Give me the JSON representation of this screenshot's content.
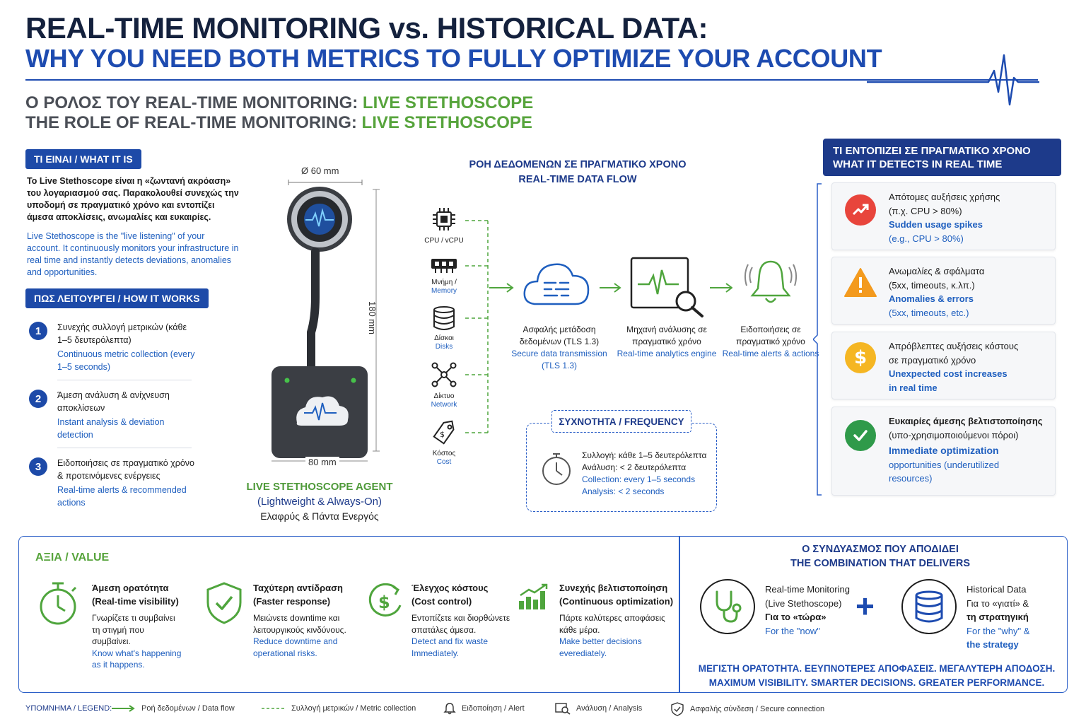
{
  "header": {
    "title_line1": "REAL-TIME MONITORING vs. HISTORICAL DATA:",
    "title_line2": "WHY YOU NEED BOTH METRICS TO FULLY OPTIMIZE YOUR ACCOUNT",
    "role_gr_prefix": "Ο ΡΟΛΟΣ ΤΟΥ REAL-TIME MONITORING: ",
    "role_gr_highlight": "LIVE STETHOSCOPE",
    "role_en_prefix": "THE ROLE OF REAL-TIME MONITORING: ",
    "role_en_highlight": "LIVE STETHOSCOPE"
  },
  "what_it_is": {
    "heading": "ΤΙ ΕΙΝΑΙ / WHAT IT IS",
    "text_gr": "Το Live Stethoscope είναι η «ζωντανή ακρόαση» του λογαριασμού σας. Παρακολουθεί συνεχώς την υποδομή σε πραγματικό χρόνο και εντοπίζει άμεσα αποκλίσεις, ανωμαλίες και ευκαιρίες.",
    "text_en": "Live Stethoscope is the \"live listening\" of your account. It continuously monitors your infrastructure in real time and instantly detects deviations, anomalies and opportunities."
  },
  "how_it_works": {
    "heading": "ΠΩΣ ΛΕΙΤΟΥΡΓΕΙ / HOW IT WORKS",
    "steps": [
      {
        "num": "1",
        "gr": "Συνεχής συλλογή μετρικών (κάθε 1–5 δευτερόλεπτα)",
        "en": "Continuous metric collection (every 1–5 seconds)"
      },
      {
        "num": "2",
        "gr": "Άμεση ανάλυση & ανίχνευση αποκλίσεων",
        "en": "Instant analysis & deviation detection"
      },
      {
        "num": "3",
        "gr": "Ειδοποιήσεις σε πραγματικό χρόνο & προτεινόμενες ενέργειες",
        "en": "Real-time alerts & recommended actions"
      }
    ]
  },
  "agent": {
    "diameter": "Ø 60 mm",
    "height": "180 mm",
    "width": "80 mm",
    "title": "LIVE STETHOSCOPE AGENT",
    "subtitle_en": "(Lightweight & Always-On)",
    "subtitle_gr": "Ελαφρύς & Πάντα Ενεργός"
  },
  "flow": {
    "title_gr": "ΡΟΗ ΔΕΔΟΜΕΝΩΝ ΣΕ ΠΡΑΓΜΑΤΙΚΟ ΧΡΟΝΟ",
    "title_en": "REAL-TIME DATA FLOW",
    "sources": [
      {
        "gr": "CPU / vCPU",
        "en": ""
      },
      {
        "gr": "Μνήμη /",
        "en": "Memory"
      },
      {
        "gr": "Δίσκοι",
        "en": "Disks"
      },
      {
        "gr": "Δίκτυο",
        "en": "Network"
      },
      {
        "gr": "Κόστος",
        "en": "Cost"
      }
    ],
    "stages": [
      {
        "gr": "Ασφαλής μετάδοση δεδομένων (TLS 1.3)",
        "en": "Secure data transmission (TLS 1.3)"
      },
      {
        "gr": "Μηχανή ανάλυσης σε πραγματικό χρόνο",
        "en": "Real-time analytics engine"
      },
      {
        "gr": "Ειδοποιήσεις σε πραγματικό χρόνο",
        "en": "Real-time alerts & actions"
      }
    ]
  },
  "frequency": {
    "title": "ΣΥΧΝΟΤΗΤΑ / FREQUENCY",
    "gr_line1": "Συλλογή: κάθε 1–5 δευτερόλεπτα",
    "gr_line2": "Ανάλυση: < 2 δευτερόλεπτα",
    "en_line1": "Collection: every 1–5 seconds",
    "en_line2": "Analysis: < 2 seconds"
  },
  "detects": {
    "heading_gr": "ΤΙ ΕΝΤΟΠΙΖΕΙ ΣΕ ΠΡΑΓΜΑΤΙΚΟ ΧΡΟΝΟ",
    "heading_en": "WHAT IT DETECTS IN REAL TIME",
    "items": [
      {
        "gr1": "Απότομες αυξήσεις χρήσης",
        "gr2": "(π.χ. CPU > 80%)",
        "en1": "Sudden usage spikes",
        "en2": "(e.g., CPU > 80%)",
        "color": "#e8453c",
        "icon": "trend-up-icon"
      },
      {
        "gr1": "Ανωμαλίες & σφάλματα",
        "gr2": "(5xx, timeouts, κ.λπ.)",
        "en1": "Anomalies & errors",
        "en2": "(5xx, timeouts, etc.)",
        "color": "#f39a1e",
        "icon": "warning-icon"
      },
      {
        "gr1": "Απρόβλεπτες αυξήσεις κόστους",
        "gr2": "σε πραγματικό χρόνο",
        "en1": "Unexpected cost increases",
        "en2": "in real time",
        "color": "#f5b623",
        "icon": "dollar-icon"
      },
      {
        "gr1": "Ευκαιρίες άμεσης βελτιστοποίησης",
        "gr2": "(υπο-χρησιμοποιούμενοι πόροι)",
        "en1": "Immediate optimization",
        "en2": "opportunities (underutilized resources)",
        "color": "#2f9a4a",
        "icon": "check-icon"
      }
    ]
  },
  "value": {
    "heading": "ΑΞΙΑ / VALUE",
    "items": [
      {
        "t1": "Άμεση ορατότητα",
        "t2": "(Real-time visibility)",
        "gr": "Γνωρίζετε τι συμβαίνει τη στιγμή που συμβαίνει.",
        "en": "Know what's happening as it happens."
      },
      {
        "t1": "Ταχύτερη αντίδραση",
        "t2": "(Faster response)",
        "gr": "Μειώνετε downtime και λειτουργικούς κινδύνους.",
        "en": "Reduce downtime and operational risks."
      },
      {
        "t1": "Έλεγχος κόστους",
        "t2": "(Cost control)",
        "gr": "Εντοπίζετε και διορθώνετε σπατάλες άμεσα.",
        "en": "Detect and fix waste Immediately."
      },
      {
        "t1": "Συνεχής βελτιστοποίηση",
        "t2": "(Continuous optimization)",
        "gr": "Πάρτε καλύτερες αποφάσεις κάθε μέρα.",
        "en": "Make better decisions everediately."
      }
    ]
  },
  "combination": {
    "title_gr": "Ο ΣΥΝΔΥΑΣΜΟΣ ΠΟΥ ΑΠΟΔΙΔΕΙ",
    "title_en": "THE COMBINATION THAT DELIVERS",
    "left_l1": "Real-time Monitoring",
    "left_l2": "(Live Stethoscope)",
    "left_gr": "Για το «τώρα»",
    "left_en": "For the \"now\"",
    "plus": "+",
    "right_l1": "Historical Data",
    "right_gr1": "Για το «γιατί» &",
    "right_gr2": "τη στρατηγική",
    "right_en1": "For the \"why\" &",
    "right_en2": "the strategy",
    "tagline_gr": "ΜΕΓΙΣΤΗ ΟΡΑΤΟΤΗΤΑ. ΕΕΥΠΝΟΤΕΡΕΣ ΑΠΟΦΑΣΕΙΣ. ΜΕΓΑΛΥΤΕΡΗ ΑΠΟΔΟΣΗ.",
    "tagline_en": "MAXIMUM VISIBILITY. SMARTER DECISIONS. GREATER PERFORMANCE."
  },
  "legend": {
    "label": "ΥΠΟΜΝΗΜΑ / LEGEND:",
    "items": [
      "Ροή δεδομένων / Data flow",
      "Συλλογή μετρικών / Metric collection",
      "Ειδοποίηση / Alert",
      "Ανάλυση / Analysis",
      "Ασφαλής σύνδεση / Secure connection"
    ]
  }
}
